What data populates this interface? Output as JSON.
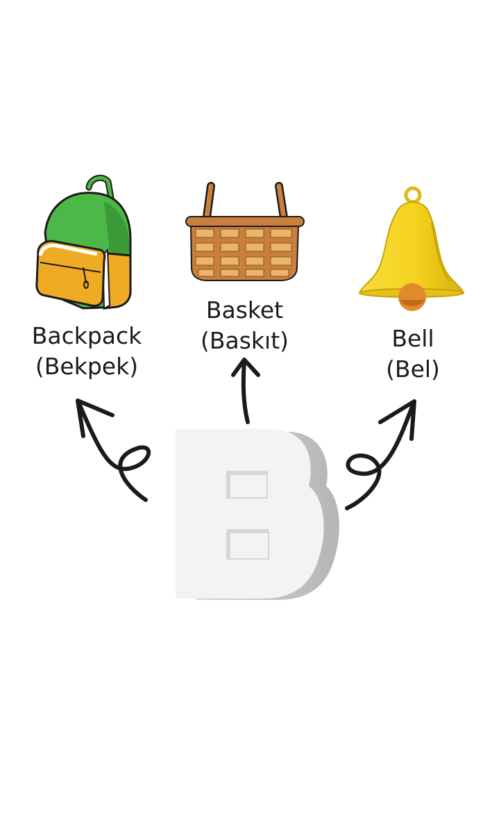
{
  "items": [
    {
      "key": "backpack",
      "word": "Backpack",
      "pronunciation": "(Bekpek)"
    },
    {
      "key": "basket",
      "word": "Basket",
      "pronunciation": "(Baskıt)"
    },
    {
      "key": "bell",
      "word": "Bell",
      "pronunciation": "(Bel)"
    }
  ],
  "letter": "B",
  "colors": {
    "backpack_green": "#4cb848",
    "backpack_orange": "#f0ab25",
    "basket_brown": "#c97f3d",
    "basket_light": "#e9b56b",
    "bell_yellow": "#f5d21e",
    "bell_clapper": "#e08a2b",
    "arrow": "#1a1a1a",
    "letter_face": "#f3f3f3",
    "letter_side": "#c8c8c8"
  }
}
